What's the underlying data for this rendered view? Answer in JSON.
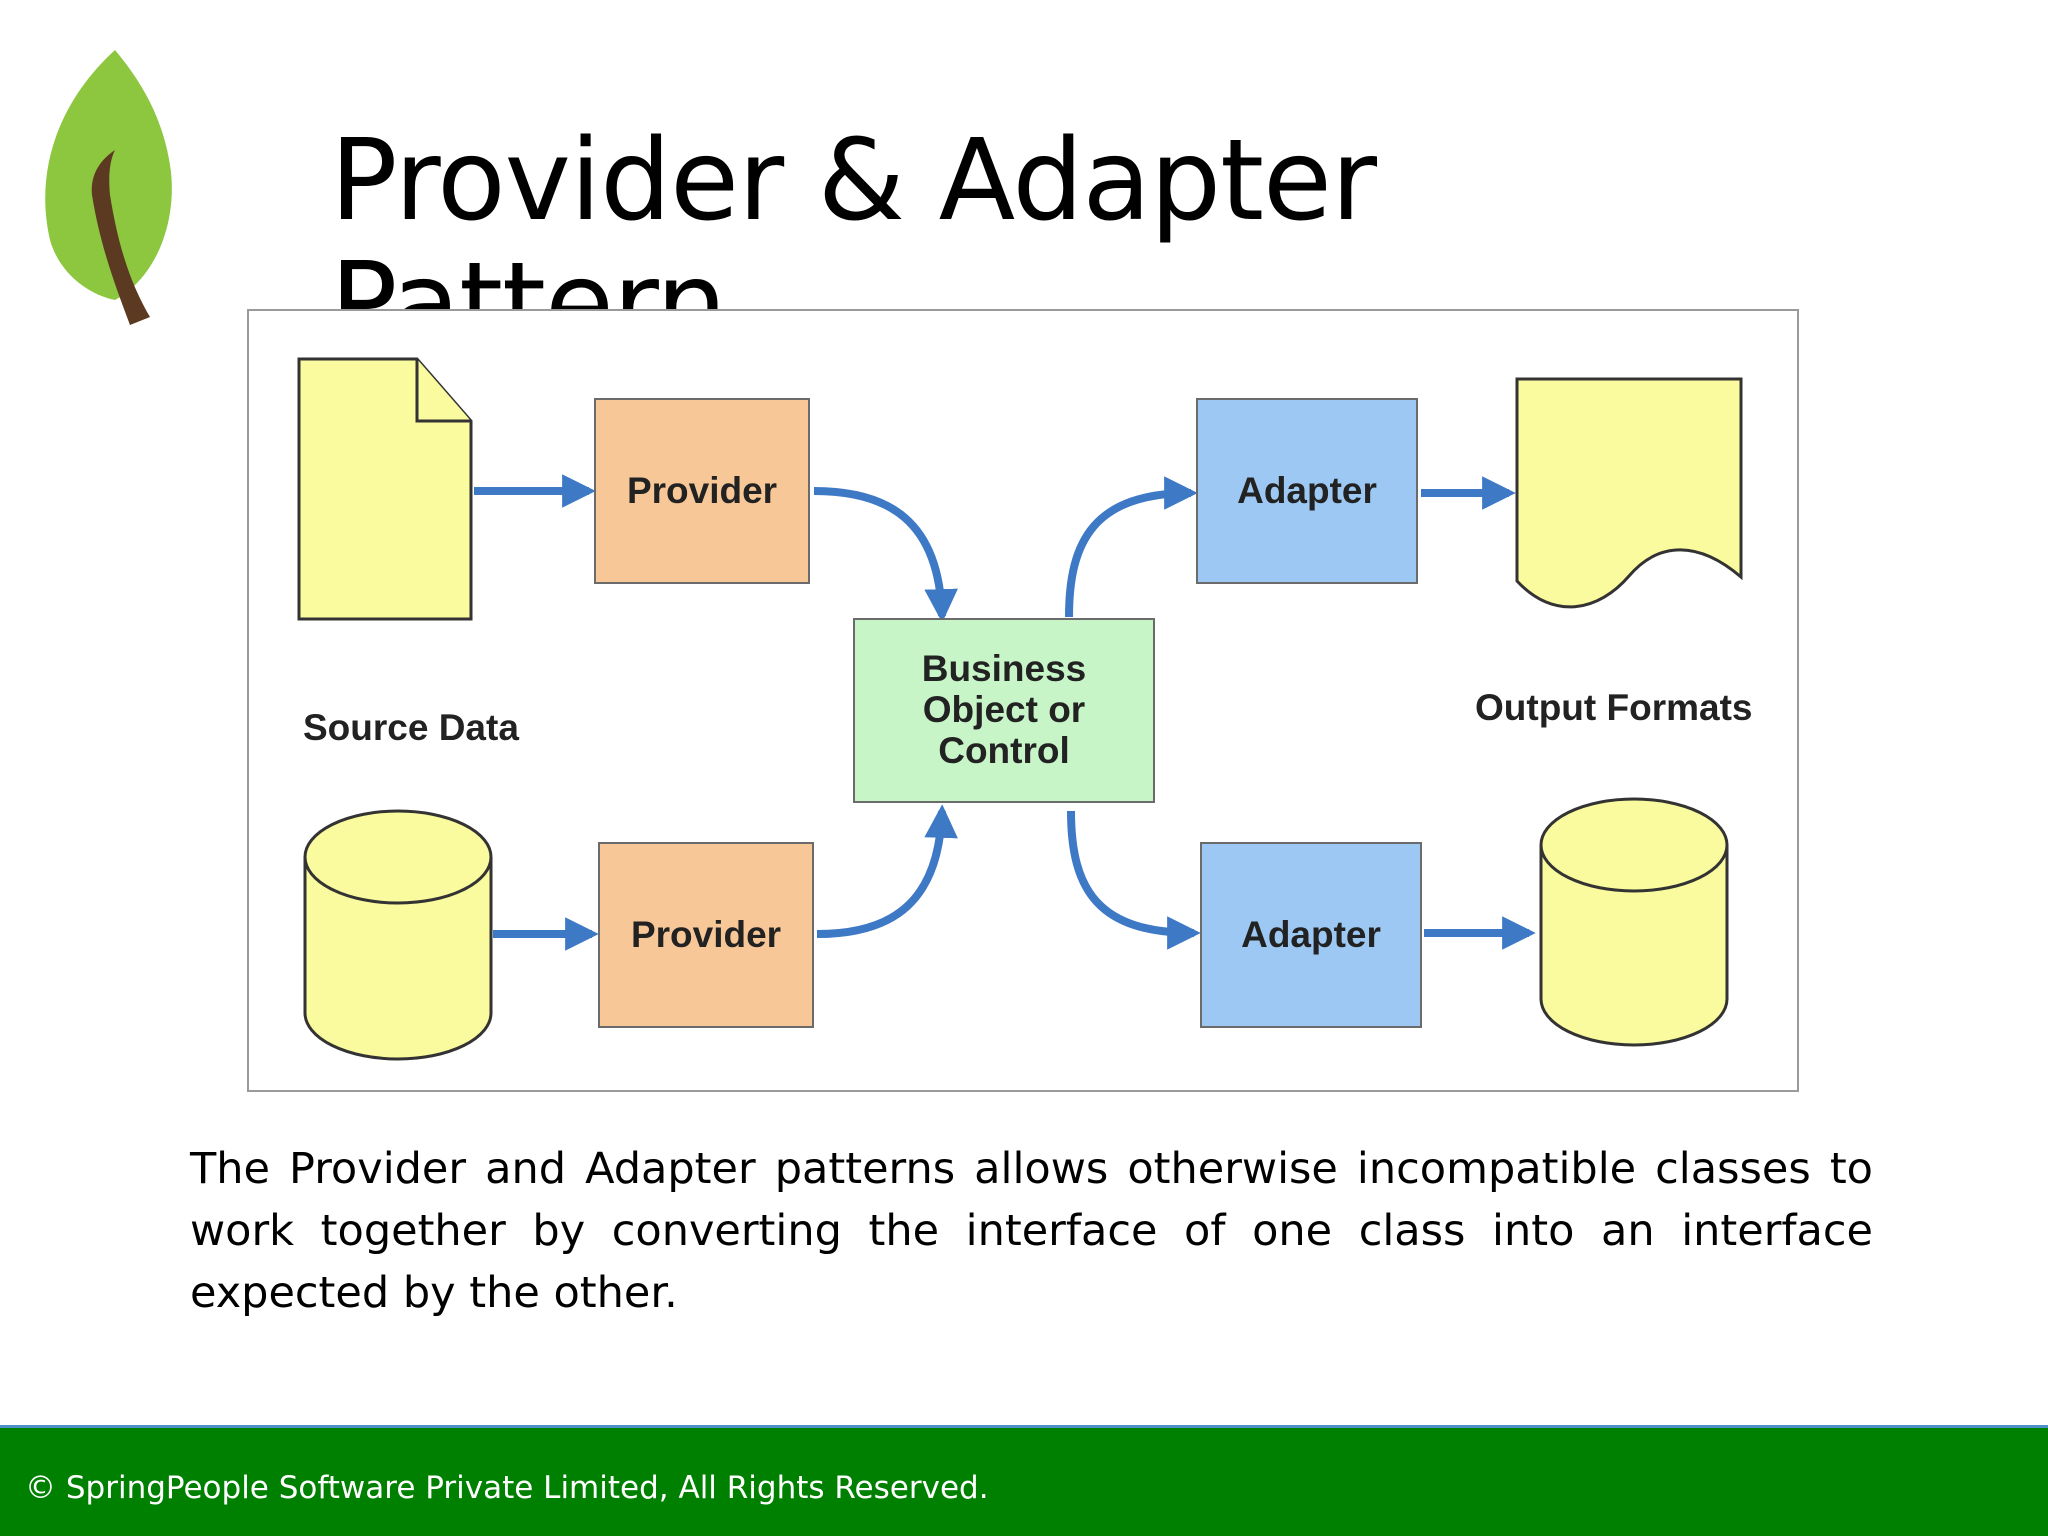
{
  "slide": {
    "title": "Provider & Adapter Pattern",
    "description": "The Provider and Adapter patterns allows otherwise incompatible classes to work together by converting the interface of one class into an interface expected by the other.",
    "footer": "© SpringPeople Software Private Limited, All Rights Reserved."
  },
  "diagram": {
    "providers": [
      "Provider",
      "Provider"
    ],
    "adapters": [
      "Adapter",
      "Adapter"
    ],
    "business": "Business\nObject or\nControl",
    "source_label": "Source Data",
    "output_label": "Output Formats"
  },
  "colors": {
    "footer_bg": "#008000",
    "provider": "#f8c797",
    "adapter": "#9cc8f3",
    "business": "#c8f5c8",
    "data_shape": "#fafa9e",
    "arrow": "#3e79c6",
    "leaf": "#8dc63f",
    "stem": "#5c3a21"
  },
  "icons": {
    "logo": "leaf-logo",
    "source_file": "document-icon",
    "source_db": "database-icon",
    "output_doc": "wavy-document-icon",
    "output_db": "database-icon"
  }
}
